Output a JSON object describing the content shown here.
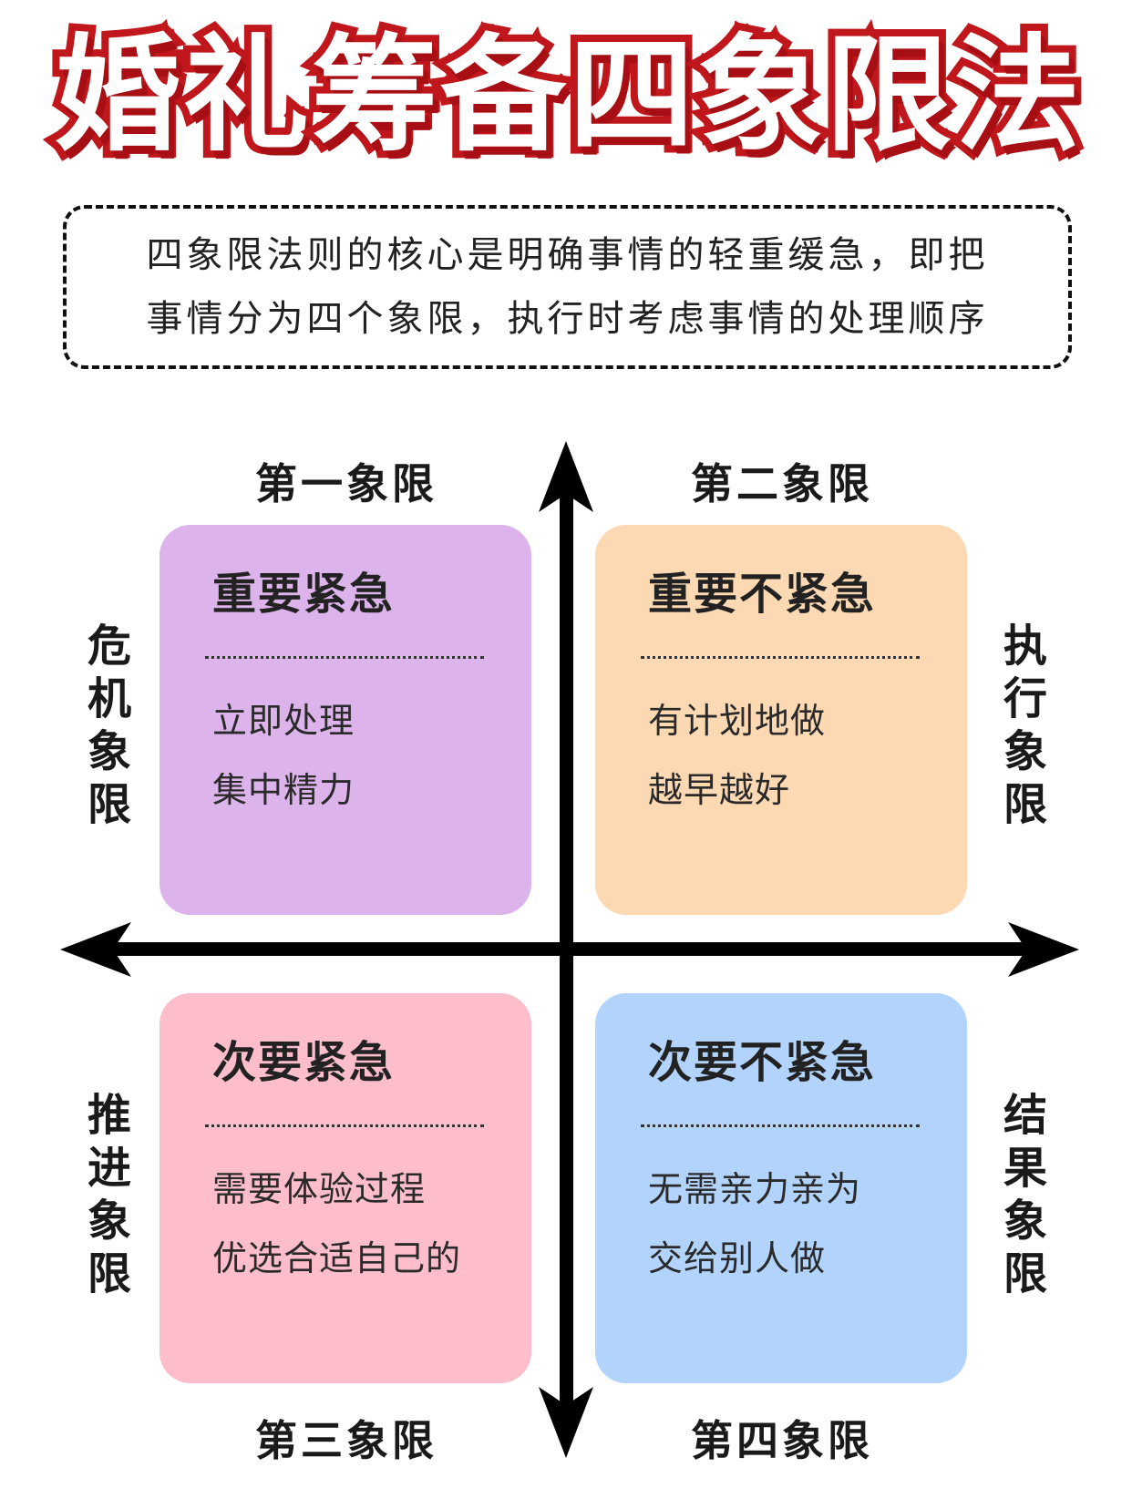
{
  "title": [
    "婚",
    "礼",
    "筹",
    "备",
    "四",
    "象",
    "限",
    "法"
  ],
  "title_text": "婚礼筹备四象限法",
  "description": {
    "line1": "四象限法则的核心是明确事情的轻重缓急，即把",
    "line2": "事情分为四个象限，执行时考虑事情的处理顺序"
  },
  "quadrant_labels": {
    "q1": "第一象限",
    "q2": "第二象限",
    "q3": "第三象限",
    "q4": "第四象限"
  },
  "side_labels": {
    "top_left": [
      "危",
      "机",
      "象",
      "限"
    ],
    "top_right": [
      "执",
      "行",
      "象",
      "限"
    ],
    "bottom_left": [
      "推",
      "进",
      "象",
      "限"
    ],
    "bottom_right": [
      "结",
      "果",
      "象",
      "限"
    ]
  },
  "cards": [
    {
      "title": "重要紧急",
      "items": [
        "立即处理",
        "集中精力"
      ],
      "color": "#ddb3eb"
    },
    {
      "title": "重要不紧急",
      "items": [
        "有计划地做",
        "越早越好"
      ],
      "color": "#fcd9b2"
    },
    {
      "title": "次要紧急",
      "items": [
        "需要体验过程",
        "优选合适自己的"
      ],
      "color": "#fdbdcb"
    },
    {
      "title": "次要不紧急",
      "items": [
        "无需亲力亲为",
        "交给别人做"
      ],
      "color": "#b2d3fc"
    }
  ],
  "colors": {
    "title_red": "#c0171c",
    "axis": "#000000"
  }
}
